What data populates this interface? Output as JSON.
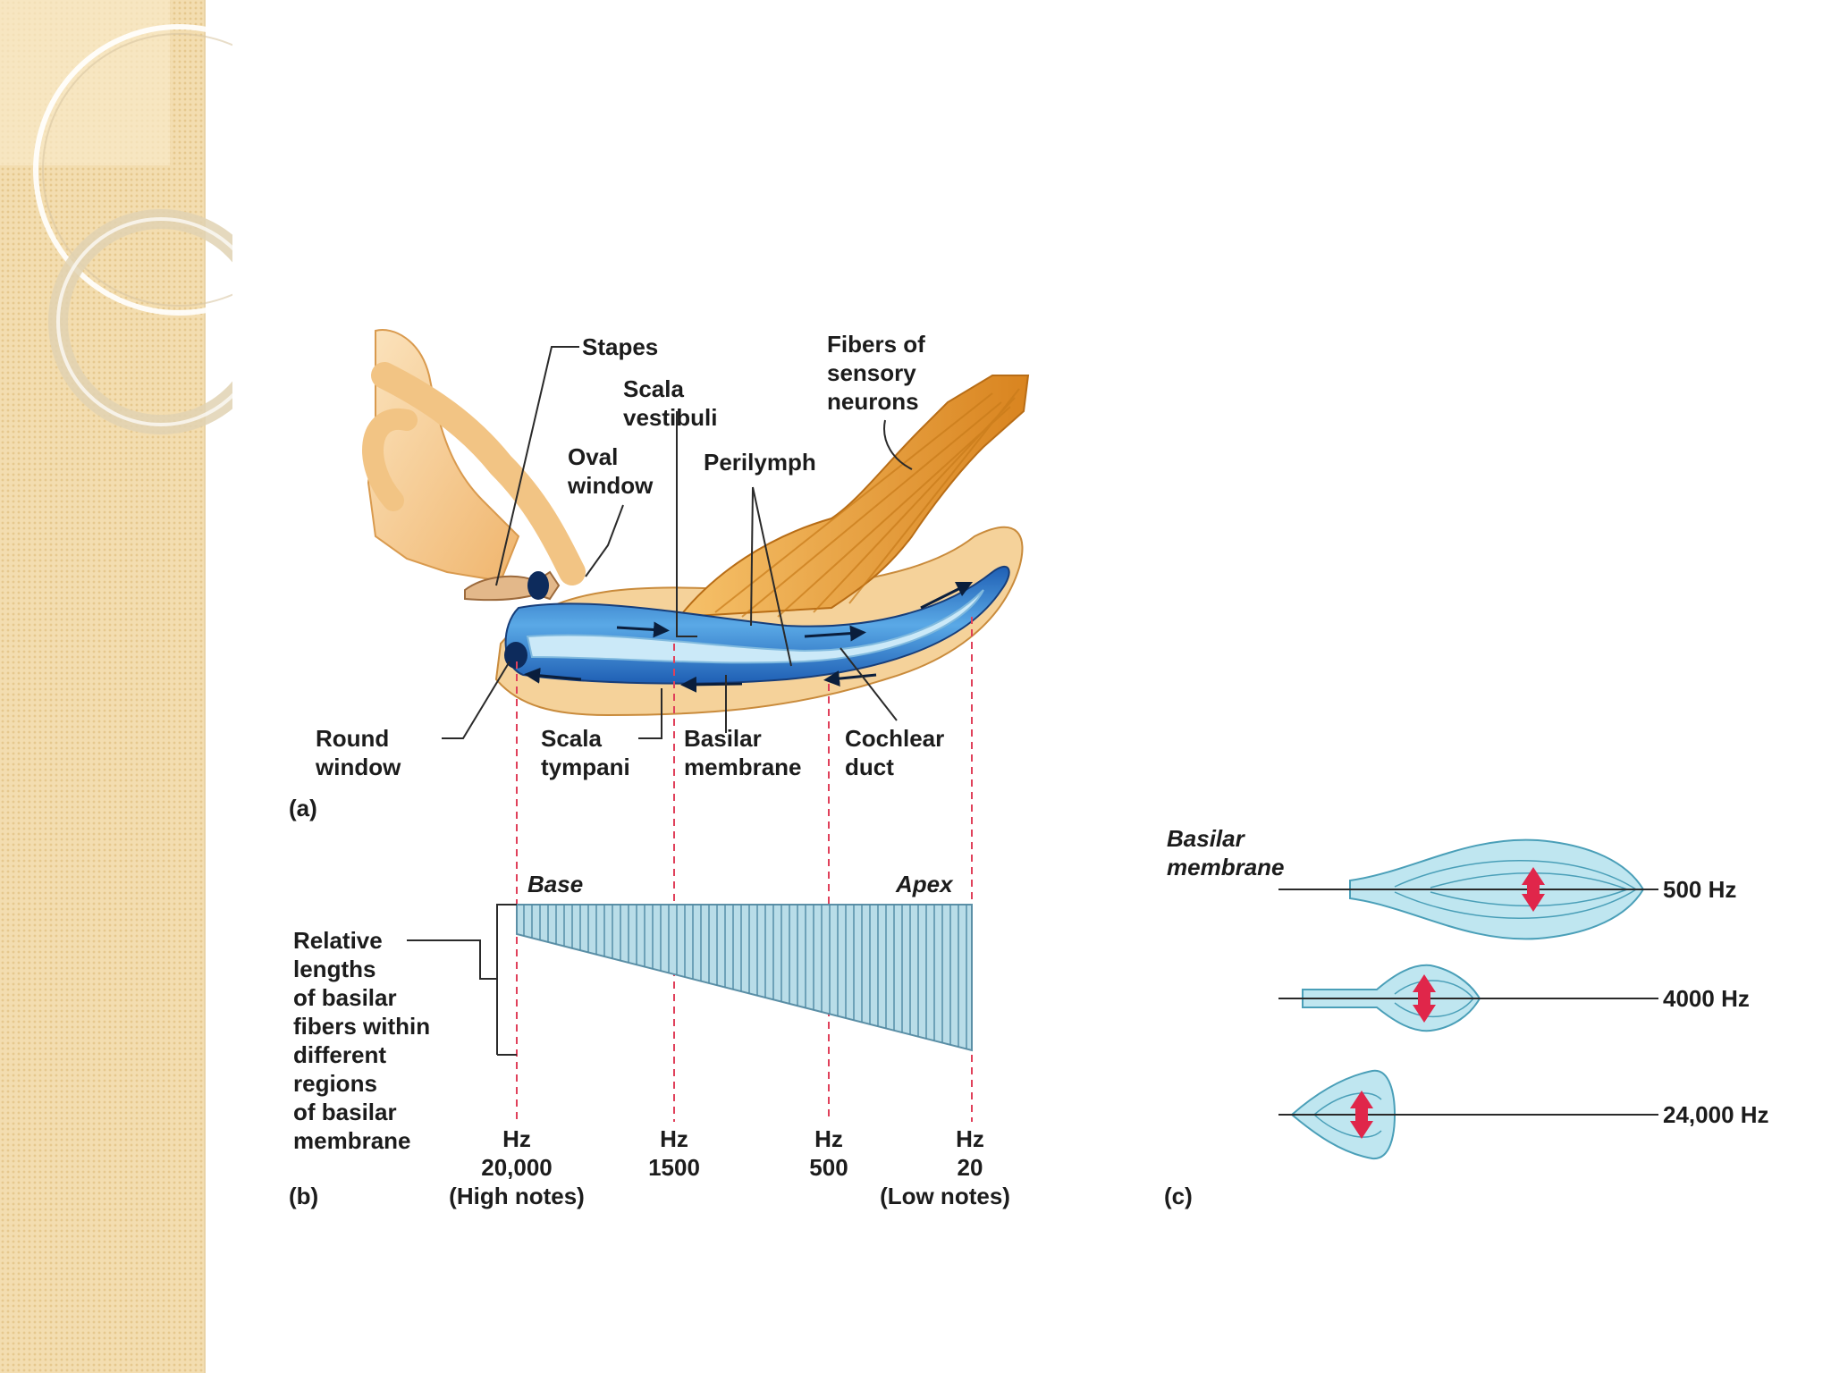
{
  "panel_a": {
    "tag": "(a)",
    "labels": {
      "stapes": "Stapes",
      "scala_vestibuli": [
        "Scala",
        "vestibuli"
      ],
      "fibers": [
        "Fibers of",
        "sensory",
        "neurons"
      ],
      "oval_window": [
        "Oval",
        "window"
      ],
      "perilymph": "Perilymph",
      "round_window": [
        "Round",
        "window"
      ],
      "scala_tympani": [
        "Scala",
        "tympani"
      ],
      "basilar_membrane": [
        "Basilar",
        "membrane"
      ],
      "cochlear_duct": [
        "Cochlear",
        "duct"
      ]
    }
  },
  "panel_b": {
    "tag": "(b)",
    "base": "Base",
    "apex": "Apex",
    "relative_lengths": [
      "Relative",
      "lengths",
      "of basilar",
      "fibers within",
      "different",
      "regions",
      "of basilar",
      "membrane"
    ],
    "frequencies": [
      {
        "unit": "Hz",
        "value": "20,000",
        "note": "(High notes)"
      },
      {
        "unit": "Hz",
        "value": "1500",
        "note": ""
      },
      {
        "unit": "Hz",
        "value": "500",
        "note": ""
      },
      {
        "unit": "Hz",
        "value": "20",
        "note": "(Low notes)"
      }
    ]
  },
  "panel_c": {
    "tag": "(c)",
    "title": [
      "Basilar",
      "membrane"
    ],
    "frequencies": [
      "500 Hz",
      "4000 Hz",
      "24,000 Hz"
    ]
  },
  "colors": {
    "fluid_blue": "#3a86d2",
    "duct_light": "#bfe3f5",
    "bone": "#f6c98a",
    "nerve": "#e99a2a",
    "membrane_fill": "#bfe6f0",
    "arrow_red": "#e0264a",
    "guide_red": "#e0405a"
  }
}
